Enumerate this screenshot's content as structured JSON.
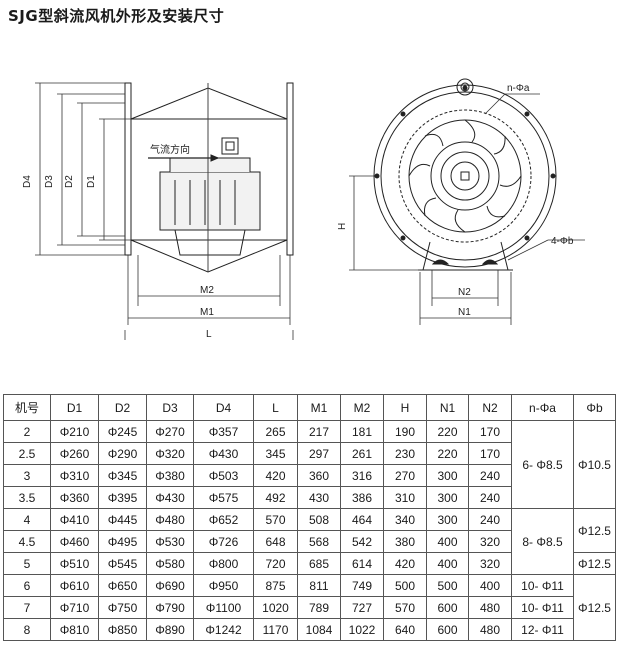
{
  "title": "SJG型斜流风机外形及安装尺寸",
  "side_view": {
    "airflow_label": "气流方向",
    "dims": [
      "D4",
      "D3",
      "D2",
      "D1",
      "M2",
      "M1",
      "L"
    ]
  },
  "front_view": {
    "hole_label_top": "n-Φa",
    "hole_label_bottom": "4-Φb",
    "dims": [
      "H",
      "N2",
      "N1"
    ]
  },
  "table": {
    "headers": [
      "机号",
      "D1",
      "D2",
      "D3",
      "D4",
      "L",
      "M1",
      "M2",
      "H",
      "N1",
      "N2",
      "n-Φa",
      "Φb"
    ],
    "rows": [
      [
        "2",
        "Φ210",
        "Φ245",
        "Φ270",
        "Φ357",
        "265",
        "217",
        "181",
        "190",
        "220",
        "170"
      ],
      [
        "2.5",
        "Φ260",
        "Φ290",
        "Φ320",
        "Φ430",
        "345",
        "297",
        "261",
        "230",
        "220",
        "170"
      ],
      [
        "3",
        "Φ310",
        "Φ345",
        "Φ380",
        "Φ503",
        "420",
        "360",
        "316",
        "270",
        "300",
        "240"
      ],
      [
        "3.5",
        "Φ360",
        "Φ395",
        "Φ430",
        "Φ575",
        "492",
        "430",
        "386",
        "310",
        "300",
        "240"
      ],
      [
        "4",
        "Φ410",
        "Φ445",
        "Φ480",
        "Φ652",
        "570",
        "508",
        "464",
        "340",
        "300",
        "240"
      ],
      [
        "4.5",
        "Φ460",
        "Φ495",
        "Φ530",
        "Φ726",
        "648",
        "568",
        "542",
        "380",
        "400",
        "320"
      ],
      [
        "5",
        "Φ510",
        "Φ545",
        "Φ580",
        "Φ800",
        "720",
        "685",
        "614",
        "420",
        "400",
        "320"
      ],
      [
        "6",
        "Φ610",
        "Φ650",
        "Φ690",
        "Φ950",
        "875",
        "811",
        "749",
        "500",
        "500",
        "400"
      ],
      [
        "7",
        "Φ710",
        "Φ750",
        "Φ790",
        "Φ1100",
        "1020",
        "789",
        "727",
        "570",
        "600",
        "480"
      ],
      [
        "8",
        "Φ810",
        "Φ850",
        "Φ890",
        "Φ1242",
        "1170",
        "1084",
        "1022",
        "640",
        "600",
        "480"
      ]
    ],
    "na_groups": [
      "6- Φ8.5",
      "8- Φ8.5",
      "10- Φ11",
      "10- Φ11",
      "12- Φ11"
    ],
    "phib_groups": [
      "Φ10.5",
      "Φ12.5",
      "Φ12.5",
      "Φ12.5"
    ]
  }
}
